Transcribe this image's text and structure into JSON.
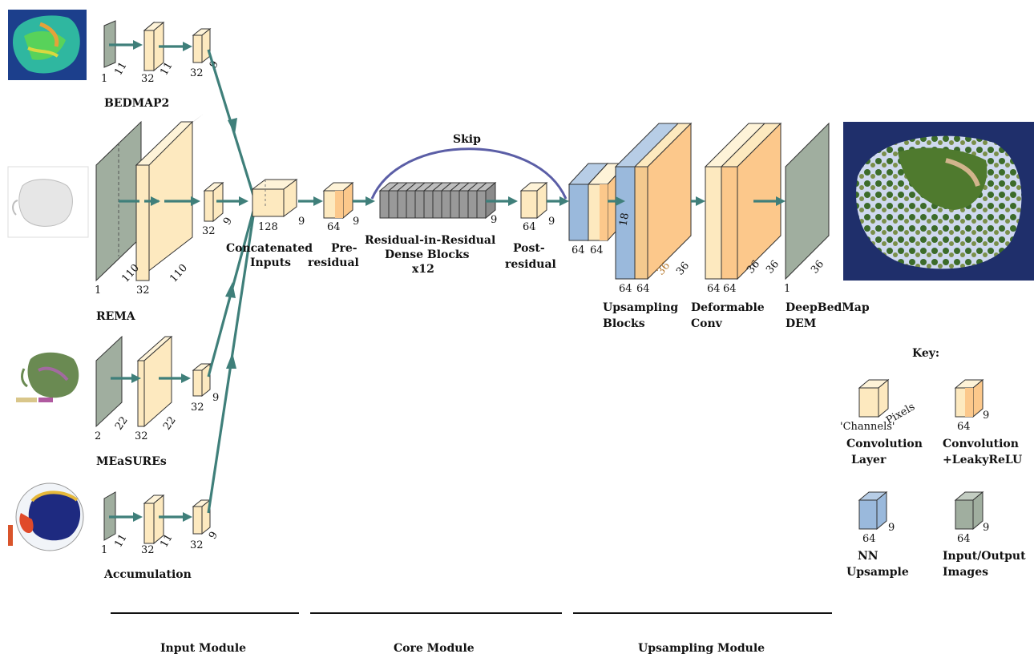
{
  "inputs": {
    "bedmap2": {
      "label": "BEDMAP2",
      "n1": "1",
      "n2": "11",
      "n3": "32",
      "n4": "11",
      "n5": "32",
      "n6": "9"
    },
    "rema": {
      "label": "REMA",
      "n1": "1",
      "n2": "110",
      "n3": "32",
      "n4": "110",
      "n5": "32",
      "n6": "9"
    },
    "measures": {
      "label": "MEaSUREs",
      "n1": "2",
      "n2": "22",
      "n3": "32",
      "n4": "22",
      "n5": "32",
      "n6": "9"
    },
    "accumulation": {
      "label": "Accumulation",
      "n1": "1",
      "n2": "11",
      "n3": "32",
      "n4": "11",
      "n5": "32",
      "n6": "9"
    }
  },
  "core": {
    "concat": {
      "line1": "Concatenated",
      "line2": "Inputs",
      "c": "128",
      "p": "9"
    },
    "pre": {
      "line1": "Pre-",
      "line2": "residual",
      "c": "64",
      "p": "9"
    },
    "rrdb": {
      "line1": "Residual-in-Residual",
      "line2": "Dense Blocks",
      "line3": "x12",
      "p": "9"
    },
    "skip": "Skip",
    "post": {
      "line1": "Post-",
      "line2": "residual",
      "c": "64",
      "p": "9"
    }
  },
  "upsampling": {
    "small": {
      "c1": "64",
      "c2": "64",
      "p": "18"
    },
    "blocks": {
      "line1": "Upsampling",
      "line2": "Blocks",
      "c1": "64",
      "c2": "64",
      "p1": "36",
      "p2": "36"
    },
    "deform": {
      "line1": "Deformable",
      "line2": "Conv",
      "c1": "64",
      "c2": "64",
      "p1": "36",
      "p2": "36"
    },
    "output": {
      "line1": "DeepBedMap",
      "line2": "DEM",
      "c": "1",
      "p": "36"
    }
  },
  "key": {
    "title": "Key:",
    "conv": {
      "line1": "Convolution",
      "line2": "Layer",
      "channels": "'Channels'",
      "pixels": "Pixels"
    },
    "leaky": {
      "line1": "Convolution",
      "line2": "+LeakyReLU",
      "c": "64",
      "p": "9"
    },
    "nn": {
      "line1": "NN",
      "line2": "Upsample",
      "c": "64",
      "p": "9"
    },
    "io": {
      "line1": "Input/Output",
      "line2": "Images",
      "c": "64",
      "p": "9"
    }
  },
  "modules": {
    "input": "Input Module",
    "core": "Core Module",
    "upsampling": "Upsampling Module"
  },
  "colors": {
    "input_gray": "#a0ae9f",
    "conv_beige": "#fde9bf",
    "leaky_orange": "#fcc88b",
    "nn_blue": "#9ab9dc",
    "arrow": "#3f7f7a",
    "skip": "#5b5ea6",
    "rrdb_gray": "#999999"
  }
}
